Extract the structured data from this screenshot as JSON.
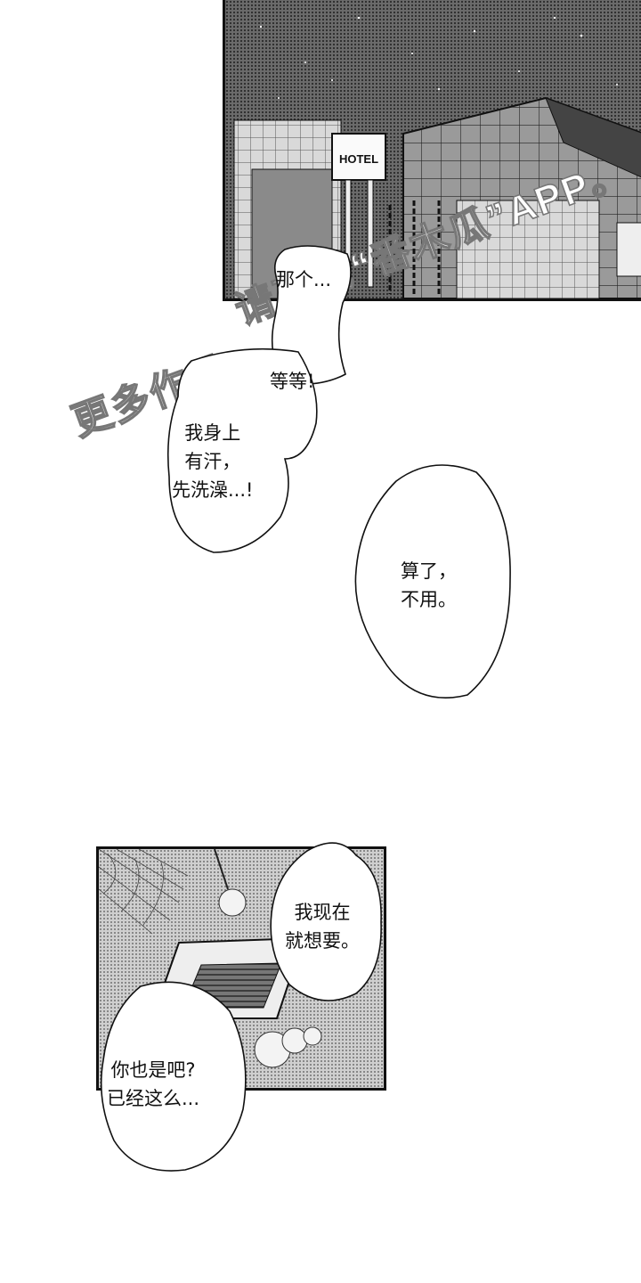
{
  "panel_top": {
    "sign_text": "HOTEL"
  },
  "watermark": {
    "line1": "更多作品，",
    "line2": "请下载“番木瓜”APP。"
  },
  "bubbles": [
    {
      "id": "b1",
      "text": "那个..."
    },
    {
      "id": "b2",
      "text": "等等!"
    },
    {
      "id": "b3",
      "text": "我身上\n有汗，\n先洗澡...!"
    },
    {
      "id": "b4",
      "text": "算了，\n不用。"
    },
    {
      "id": "b5",
      "text": "我现在\n就想要。"
    },
    {
      "id": "b6",
      "text": "你也是吧?\n已经这么..."
    }
  ]
}
